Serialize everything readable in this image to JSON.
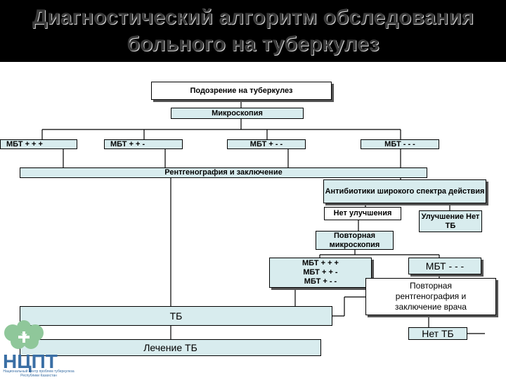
{
  "title": {
    "line1": "Диагностический алгоритм обследования",
    "line2": "больного на туберкулез"
  },
  "nodes": {
    "suspicion": "Подозрение на туберкулез",
    "microscopy": "Микроскопия",
    "mbt1": "МБТ + + +",
    "mbt2": "МБТ + + -",
    "mbt3": "МБТ + - -",
    "mbt4": "МБТ - - -",
    "xray": "Рентгенография и заключение",
    "antibiotics": "Антибиотики широкого спектра действия",
    "no_improvement": "Нет улучшения",
    "improvement": "Улучшение Нет ТБ",
    "repeat_microscopy": "Повторная микроскопия",
    "mbt_pos_1": "МБТ + + +",
    "mbt_pos_2": "МБТ + + -",
    "mbt_pos_3": "МБТ + - -",
    "mbt_neg": "МБТ - - -",
    "repeat_xray": "Повторная рентгенография и заключение врача",
    "tb": "ТБ",
    "no_tb": "Нет ТБ",
    "treatment": "Лечение ТБ"
  },
  "logo": {
    "letters": "НЦПТ",
    "caption": "Национальный центр проблем туберкулеза Республики Казахстан"
  },
  "colors": {
    "box_fill": "#d8ecee",
    "header_bg": "#000000",
    "logo_green": "#8fc79a",
    "logo_blue": "#3a6fa5"
  }
}
